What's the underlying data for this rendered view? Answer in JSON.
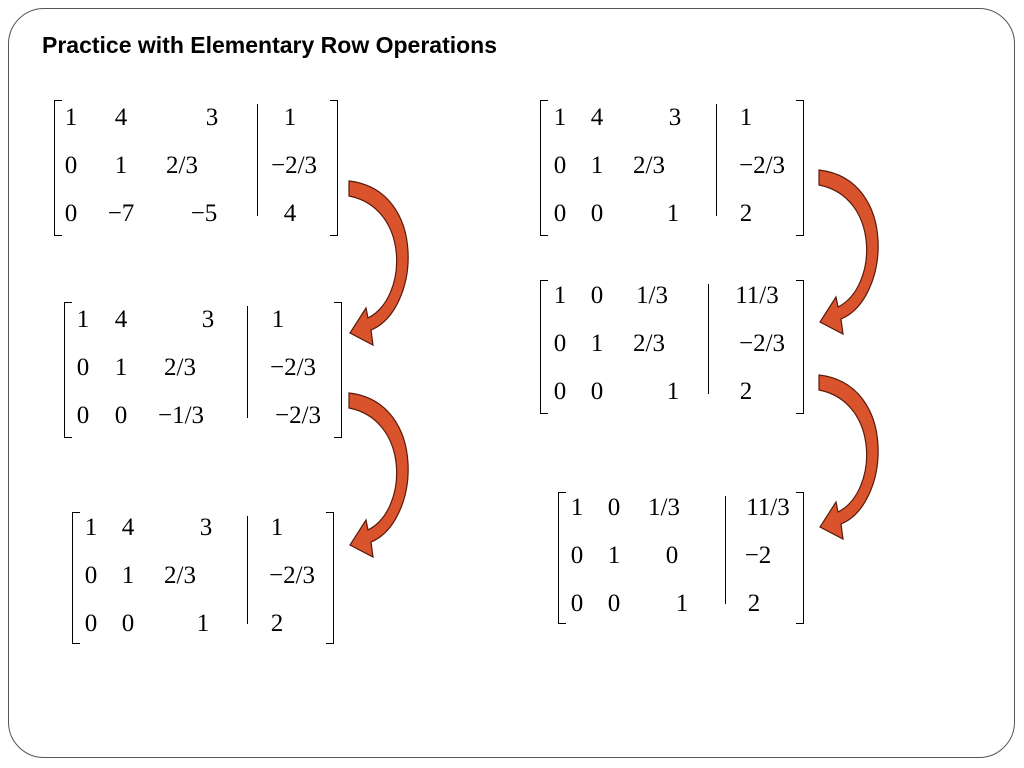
{
  "slide": {
    "title": "Practice with Elementary Row Operations"
  },
  "matrices": [
    {
      "name": "matrix-left-1",
      "rows": [
        [
          "1",
          "4",
          "3",
          "1"
        ],
        [
          "0",
          "1",
          "2/3",
          "−2/3"
        ],
        [
          "0",
          "−7",
          "−5",
          "4"
        ]
      ]
    },
    {
      "name": "matrix-left-2",
      "rows": [
        [
          "1",
          "4",
          "3",
          "1"
        ],
        [
          "0",
          "1",
          "2/3",
          "−2/3"
        ],
        [
          "0",
          "0",
          "−1/3",
          "−2/3"
        ]
      ]
    },
    {
      "name": "matrix-left-3",
      "rows": [
        [
          "1",
          "4",
          "3",
          "1"
        ],
        [
          "0",
          "1",
          "2/3",
          "−2/3"
        ],
        [
          "0",
          "0",
          "1",
          "2"
        ]
      ]
    },
    {
      "name": "matrix-right-1",
      "rows": [
        [
          "1",
          "4",
          "3",
          "1"
        ],
        [
          "0",
          "1",
          "2/3",
          "−2/3"
        ],
        [
          "0",
          "0",
          "1",
          "2"
        ]
      ]
    },
    {
      "name": "matrix-right-2",
      "rows": [
        [
          "1",
          "0",
          "1/3",
          "11/3"
        ],
        [
          "0",
          "1",
          "2/3",
          "−2/3"
        ],
        [
          "0",
          "0",
          "1",
          "2"
        ]
      ]
    },
    {
      "name": "matrix-right-3",
      "rows": [
        [
          "1",
          "0",
          "1/3",
          "11/3"
        ],
        [
          "0",
          "1",
          "0",
          "−2"
        ],
        [
          "0",
          "0",
          "1",
          "2"
        ]
      ]
    }
  ],
  "colors": {
    "arrow_fill": "#d9532c",
    "arrow_stroke": "#5a1a0a"
  }
}
